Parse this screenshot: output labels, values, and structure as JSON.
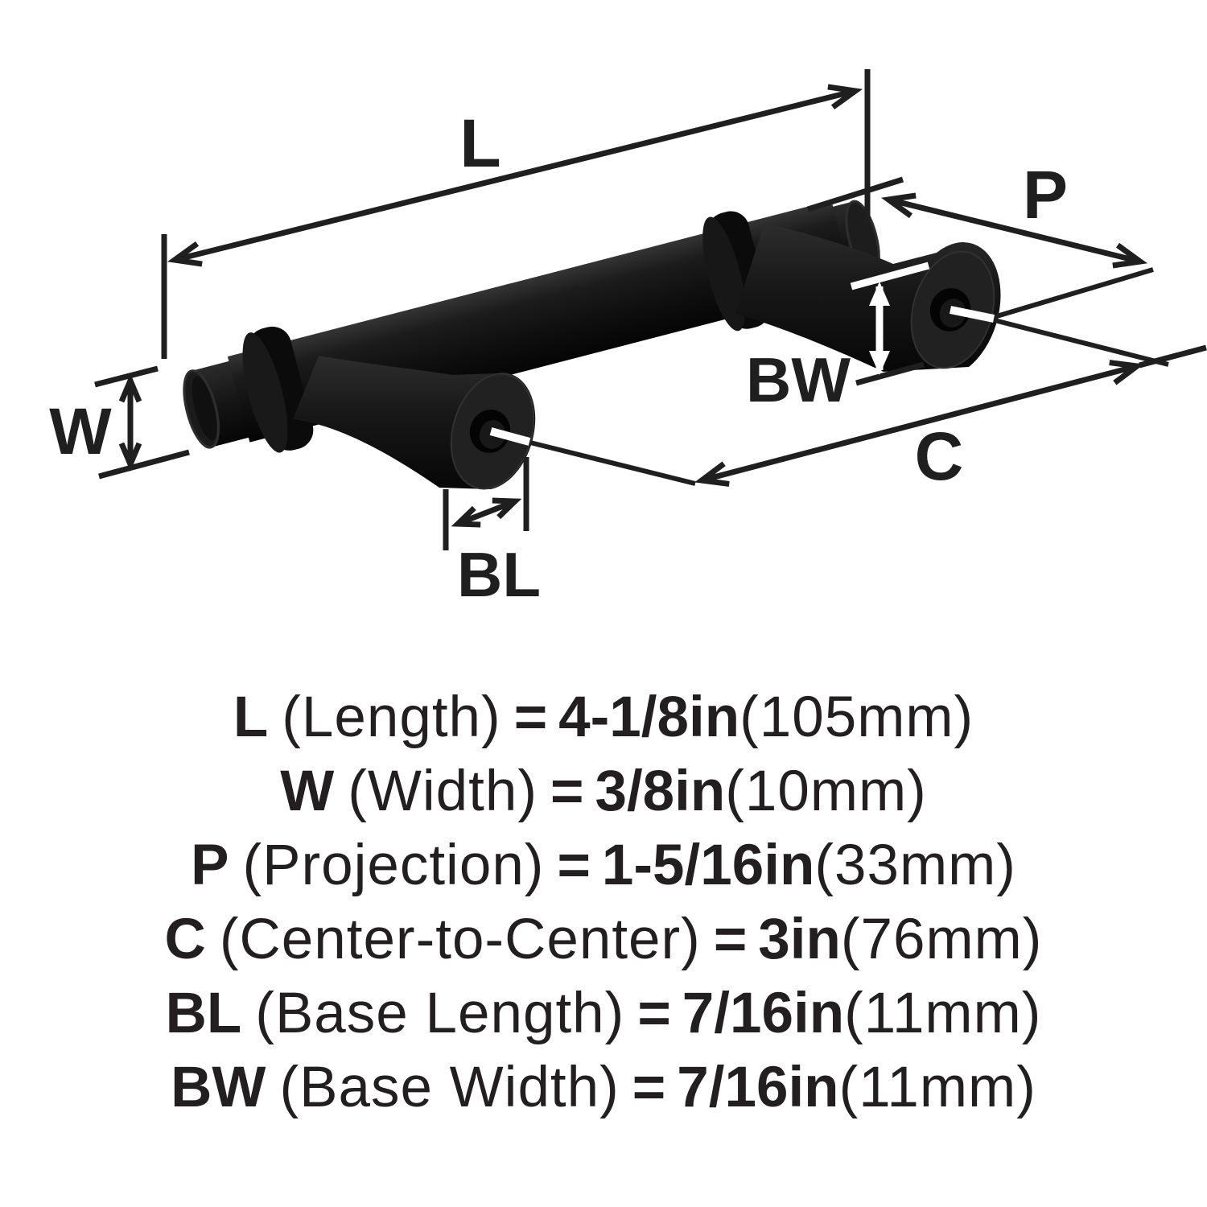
{
  "diagram": {
    "title": "cabinet pull dimension diagram",
    "labels": {
      "length": "L",
      "width": "W",
      "projection": "P",
      "center_to_center": "C",
      "base_length": "BL",
      "base_width": "BW"
    },
    "colors": {
      "ink": "#1f1f1f",
      "handle_black": "#141414",
      "leader_white": "#ffffff",
      "background": "#ffffff"
    }
  },
  "specs": [
    {
      "code": "L",
      "name": "(Length)",
      "eq": "=",
      "value": "4-1/8in",
      "metric": "(105mm)"
    },
    {
      "code": "W",
      "name": "(Width)",
      "eq": "=",
      "value": "3/8in",
      "metric": "(10mm)"
    },
    {
      "code": "P",
      "name": "(Projection)",
      "eq": "=",
      "value": "1-5/16in",
      "metric": "(33mm)"
    },
    {
      "code": "C",
      "name": "(Center-to-Center)",
      "eq": "=",
      "value": "3in",
      "metric": "(76mm)"
    },
    {
      "code": "BL",
      "name": "(Base Length)",
      "eq": "=",
      "value": "7/16in",
      "metric": "(11mm)"
    },
    {
      "code": "BW",
      "name": "(Base Width)",
      "eq": "=",
      "value": "7/16in",
      "metric": "(11mm)"
    }
  ]
}
